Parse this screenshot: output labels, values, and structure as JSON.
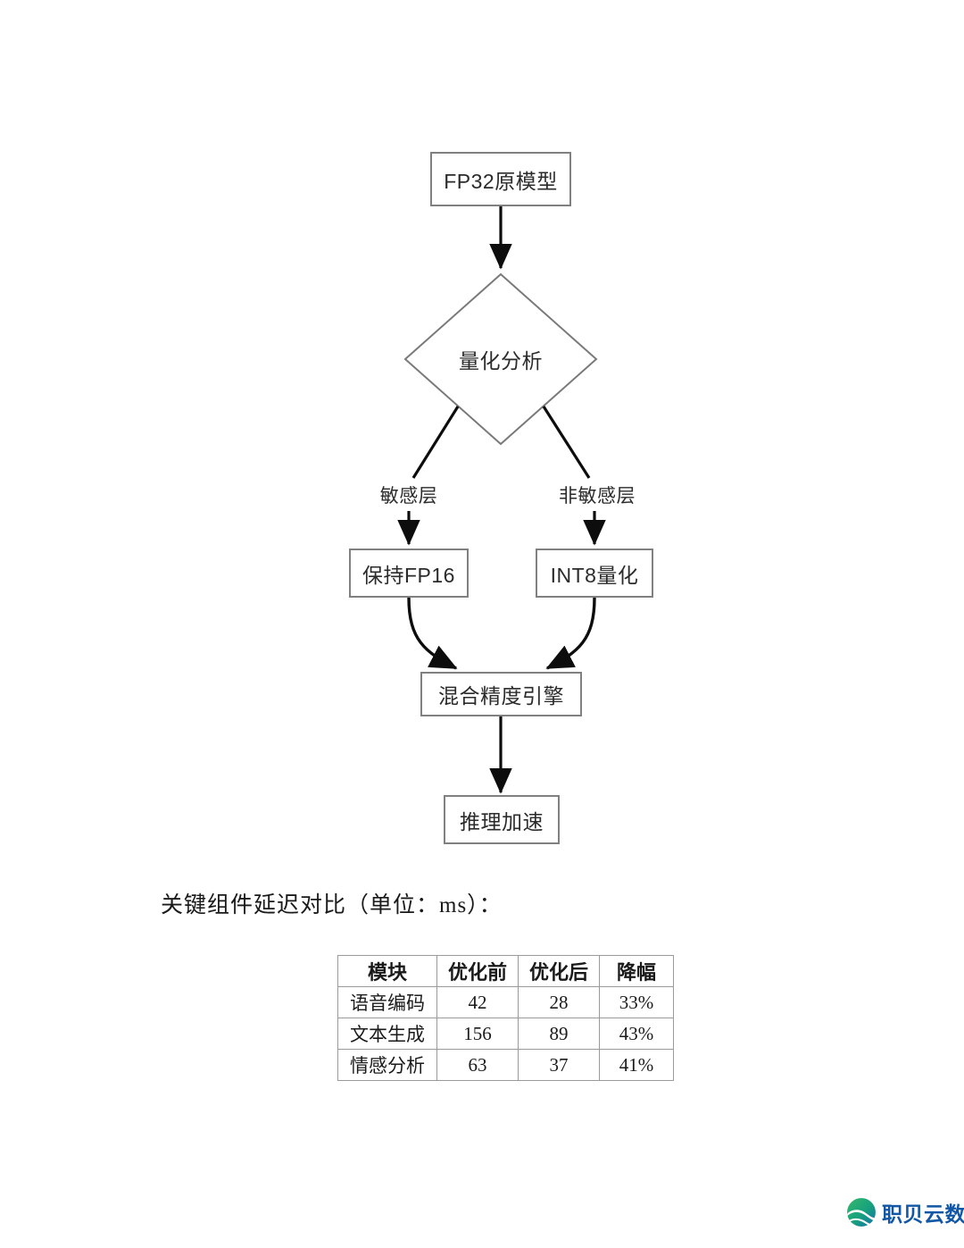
{
  "document": {
    "background_color": "#ffffff"
  },
  "flowchart": {
    "nodes": [
      {
        "id": "source",
        "label": "FP32原模型",
        "shape": "rect"
      },
      {
        "id": "decide",
        "label": "量化分析",
        "shape": "diamond"
      },
      {
        "id": "keep16",
        "label": "保持FP16",
        "shape": "rect"
      },
      {
        "id": "int8",
        "label": "INT8量化",
        "shape": "rect"
      },
      {
        "id": "engine",
        "label": "混合精度引擎",
        "shape": "rect"
      },
      {
        "id": "speedup",
        "label": "推理加速",
        "shape": "rect"
      }
    ],
    "edge_labels": [
      {
        "id": "sensitive",
        "label": "敏感层"
      },
      {
        "id": "non_sensitive",
        "label": "非敏感层"
      }
    ],
    "colors": {
      "node_border": "#808080",
      "node_fill": "#ffffff",
      "node_text": "#2b2b2b",
      "arrow": "#0d0d0d",
      "diamond_border": "#7a7a7a"
    }
  },
  "caption": {
    "text": "关键组件延迟对比（单位：ms）："
  },
  "table": {
    "headers": [
      "模块",
      "优化前",
      "优化后",
      "降幅"
    ],
    "rows": [
      {
        "module": "语音编码",
        "before": "42",
        "after": "28",
        "reduction": "33%"
      },
      {
        "module": "文本生成",
        "before": "156",
        "after": "89",
        "reduction": "43%"
      },
      {
        "module": "情感分析",
        "before": "63",
        "after": "37",
        "reduction": "41%"
      }
    ],
    "border_color": "#9a9a9a"
  },
  "logo": {
    "text": "职贝云数",
    "text_color": "#1257a5",
    "mark_colors": {
      "circle_start": "#2fae6a",
      "circle_end": "#1b7fb5",
      "wave": "#ffffff"
    }
  }
}
